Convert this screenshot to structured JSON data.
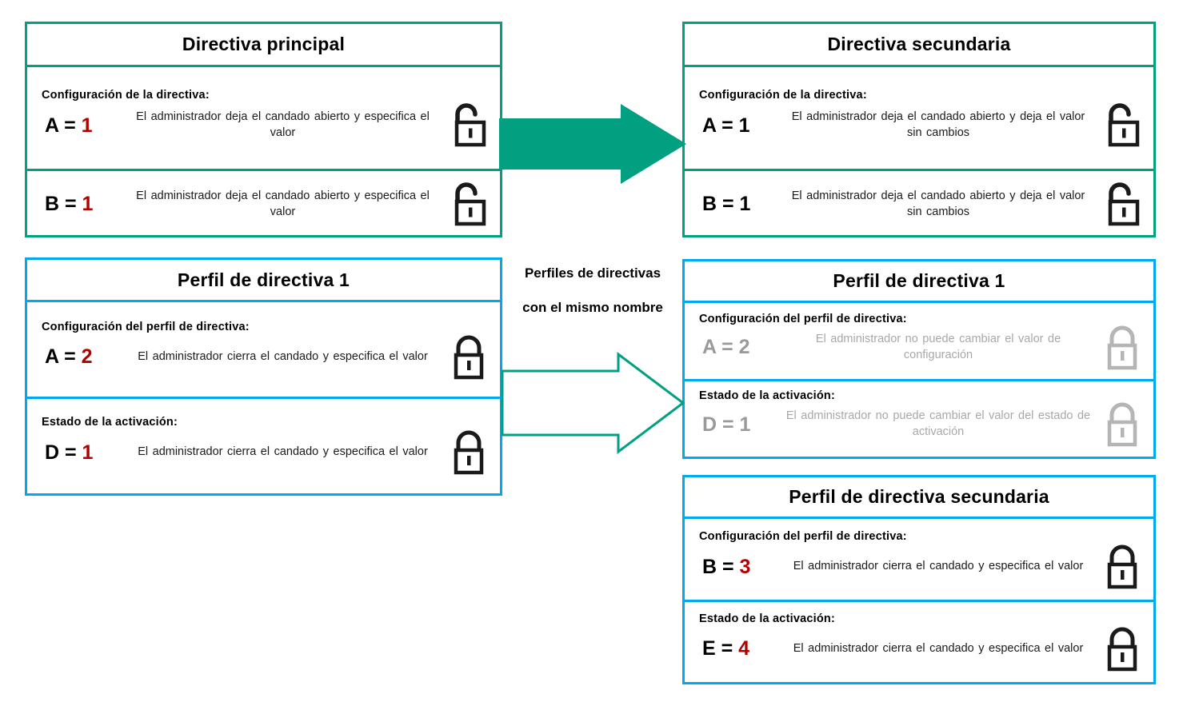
{
  "colors": {
    "teal": "#00a080",
    "blue": "#00a8f0",
    "red": "#b00000",
    "dim": "#a8a8a8",
    "black": "#000000"
  },
  "center_caption": {
    "line1": "Perfiles de directivas",
    "line2": "con el mismo nombre",
    "text": "Perfiles de directivas\ncon el mismo nombre"
  },
  "panels": {
    "parent_policy": {
      "title": "Directiva principal",
      "border_color": "#00a080",
      "rows": [
        {
          "heading": "Configuración  de la directiva:",
          "key_letter": "A = ",
          "key_value": "1",
          "key_full": "A = 1",
          "description": "El administrador  deja  el candado  abierto  y especifica  el valor",
          "lock": "unlocked-icon",
          "lock_state": "open",
          "dimmed": false,
          "value_color": "#b00000"
        },
        {
          "heading": "",
          "key_letter": "B = ",
          "key_value": "1",
          "key_full": "B = 1",
          "description": "El administrador  deja  el candado  abierto  y especifica  el valor",
          "lock": "unlocked-icon",
          "lock_state": "open",
          "dimmed": false,
          "value_color": "#b00000"
        }
      ]
    },
    "child_policy": {
      "title": "Directiva secundaria",
      "border_color": "#00a080",
      "rows": [
        {
          "heading": "Configuración  de la directiva:",
          "key_letter": "A = ",
          "key_value": "1",
          "key_full": "A = 1",
          "description": "El administrador  deja  el candado  abierto  y deja  el valor  sin cambios",
          "lock": "unlocked-icon",
          "lock_state": "open",
          "dimmed": false,
          "value_color": "#000000"
        },
        {
          "heading": "",
          "key_letter": "B = ",
          "key_value": "1",
          "key_full": "B = 1",
          "description": "El administrador  deja  el candado  abierto  y deja  el valor  sin cambios",
          "lock": "unlocked-icon",
          "lock_state": "open",
          "dimmed": false,
          "value_color": "#000000"
        }
      ]
    },
    "profile_left": {
      "title": "Perfil de directiva 1",
      "border_color": "#00a8f0",
      "rows": [
        {
          "heading": "Configuración  del perfil  de directiva:",
          "key_letter": "A = ",
          "key_value": "2",
          "key_full": "A = 2",
          "description": "El administrador  cierra el candado  y especifica el valor",
          "lock": "locked-icon",
          "lock_state": "closed",
          "dimmed": false,
          "value_color": "#b00000"
        },
        {
          "heading": "Estado  de la activación:",
          "key_letter": "D = ",
          "key_value": "1",
          "key_full": "D = 1",
          "description": "El administrador  cierra el candado  y especifica el valor",
          "lock": "locked-icon",
          "lock_state": "closed",
          "dimmed": false,
          "value_color": "#b00000"
        }
      ]
    },
    "profile_right": {
      "title": "Perfil de directiva 1",
      "border_color": "#00a8f0",
      "rows": [
        {
          "heading": "Configuración  del perfil  de directiva:",
          "key_letter": "A = ",
          "key_value": "2",
          "key_full": "A = 2",
          "description": "El administrador  no puede  cambiar  el valor  de configuración",
          "lock": "locked-icon",
          "lock_state": "closed",
          "dimmed": true,
          "value_color": "#9a9a9a"
        },
        {
          "heading": "Estado  de la activación:",
          "key_letter": "D = ",
          "key_value": "1",
          "key_full": "D = 1",
          "description": "El administrador  no puede  cambiar  el valor del estado  de activación",
          "lock": "locked-icon",
          "lock_state": "closed",
          "dimmed": true,
          "value_color": "#9a9a9a"
        }
      ]
    },
    "child_profile": {
      "title": "Perfil de directiva secundaria",
      "border_color": "#00a8f0",
      "rows": [
        {
          "heading": "Configuración  del perfil  de directiva:",
          "key_letter": "B = ",
          "key_value": "3",
          "key_full": "B = 3",
          "description": "El administrador  cierra el candado  y especifica el valor",
          "lock": "locked-icon",
          "lock_state": "closed",
          "dimmed": false,
          "value_color": "#b00000"
        },
        {
          "heading": "Estado  de la activación:",
          "key_letter": "E = ",
          "key_value": "4",
          "key_full": "E = 4",
          "description": "El administrador  cierra el candado  y especifica el valor",
          "lock": "locked-icon",
          "lock_state": "closed",
          "dimmed": false,
          "value_color": "#b00000"
        }
      ]
    }
  },
  "arrows": {
    "top": {
      "style": "filled",
      "color": "#00a080",
      "direction": "right"
    },
    "bottom": {
      "style": "outline",
      "color": "#00a080",
      "direction": "right"
    }
  }
}
